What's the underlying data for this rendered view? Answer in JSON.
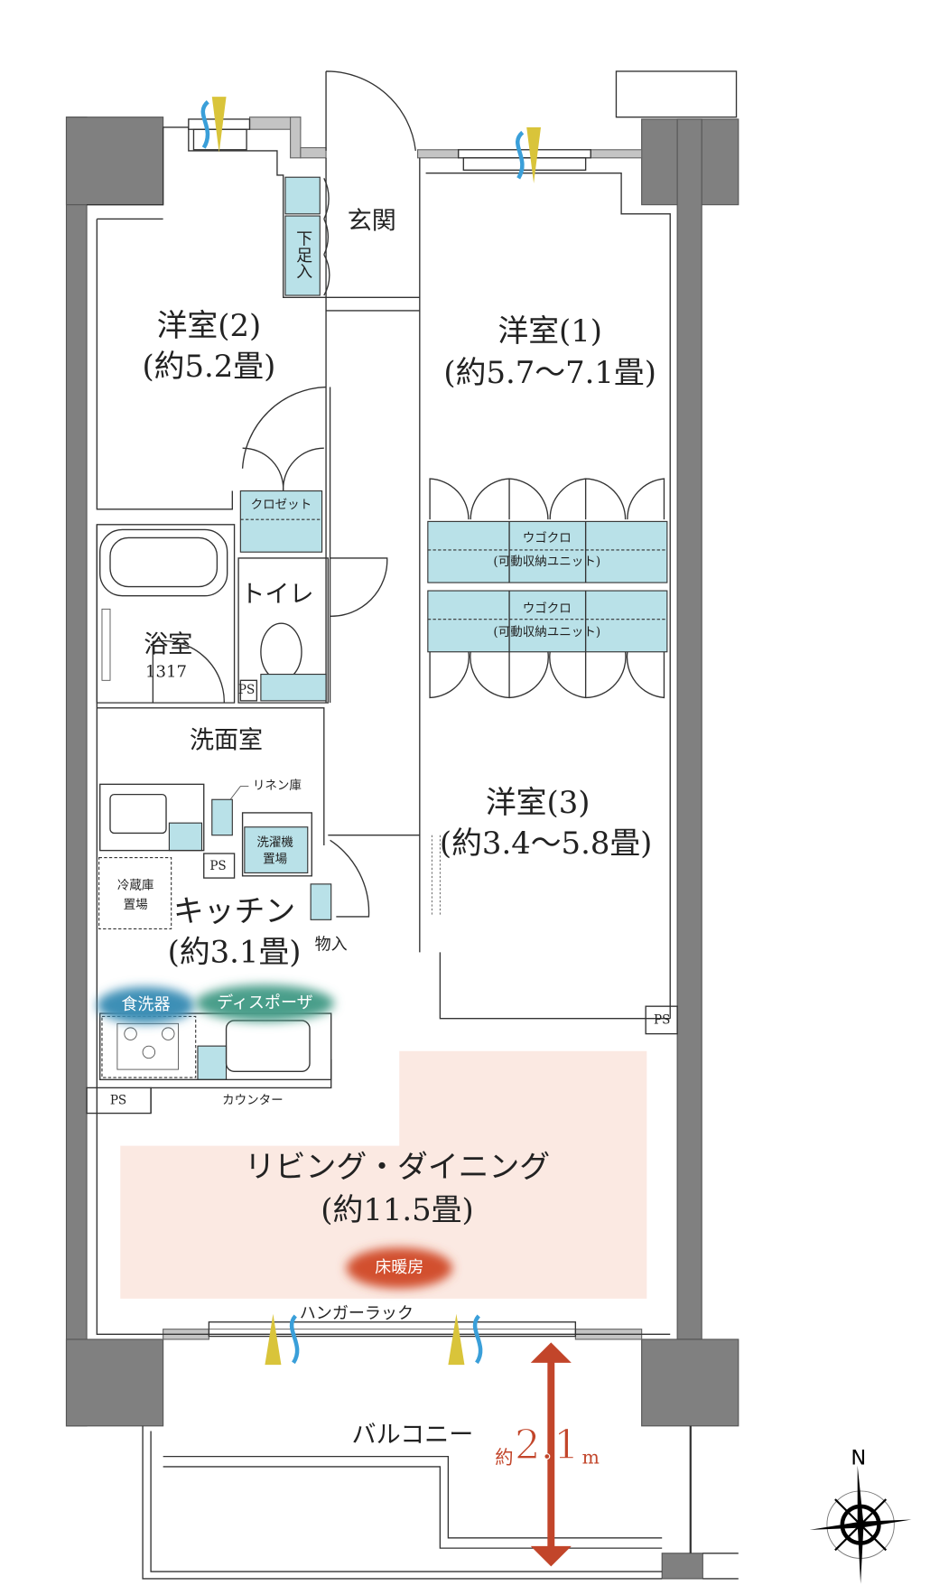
{
  "rooms": {
    "western2": {
      "name": "洋室(2)",
      "size": "(約5.2畳)"
    },
    "western1": {
      "name": "洋室(1)",
      "size": "(約5.7〜7.1畳)"
    },
    "western3": {
      "name": "洋室(3)",
      "size": "(約3.4〜5.8畳)"
    },
    "entrance": "玄関",
    "shoe_storage": "下足入",
    "closet": "クロゼット",
    "ugokuro": [
      {
        "name": "ウゴクロ",
        "desc": "(可動収納ユニット)"
      },
      {
        "name": "ウゴクロ",
        "desc": "(可動収納ユニット)"
      }
    ],
    "toilet": "トイレ",
    "bath": {
      "name": "浴室",
      "size": "1317"
    },
    "washroom": "洗面室",
    "linen": "リネン庫",
    "washer": [
      "洗濯機",
      "置場"
    ],
    "fridge": [
      "冷蔵庫",
      "置場"
    ],
    "kitchen": {
      "name": "キッチン",
      "size": "(約3.1畳)"
    },
    "storage": "物入",
    "counter": "カウンター",
    "living": {
      "name": "リビング・ダイニング",
      "size": "(約11.5畳)"
    },
    "hanger": "ハンガーラック",
    "balcony": "バルコニー",
    "ps": [
      "PS",
      "PS",
      "PS",
      "PS"
    ]
  },
  "features": {
    "dishwasher": "食洗器",
    "disposer": "ディスポーザ",
    "floor_heating": "床暖房"
  },
  "balcony_depth": {
    "prefix": "約",
    "value": "2.1",
    "unit": "m"
  },
  "compass": {
    "label": "N"
  },
  "colors": {
    "wall": "#808080",
    "storage": "#b9e1e8",
    "floor_heating_area": "#fbe9e2",
    "floor_heating_badge": "#d2502f",
    "dishwasher_badge": "#3d8fb6",
    "disposer_badge": "#4a9e8a",
    "dimension_arrow": "#c2452a",
    "ventilation_air": "#3a9fd9",
    "ventilation_light": "#d9c43a"
  }
}
